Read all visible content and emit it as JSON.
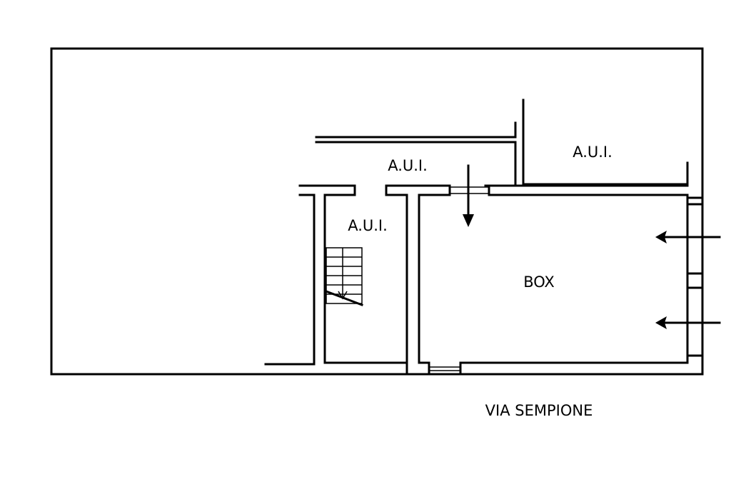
{
  "plan": {
    "rooms": [
      {
        "id": "aui-corridor",
        "label": "A.U.I."
      },
      {
        "id": "aui-stair",
        "label": "A.U.I."
      },
      {
        "id": "aui-right",
        "label": "A.U.I."
      },
      {
        "id": "box",
        "label": "BOX"
      }
    ],
    "street_label": "VIA SEMPIONE",
    "line_color": "#000000",
    "background": "#ffffff"
  }
}
